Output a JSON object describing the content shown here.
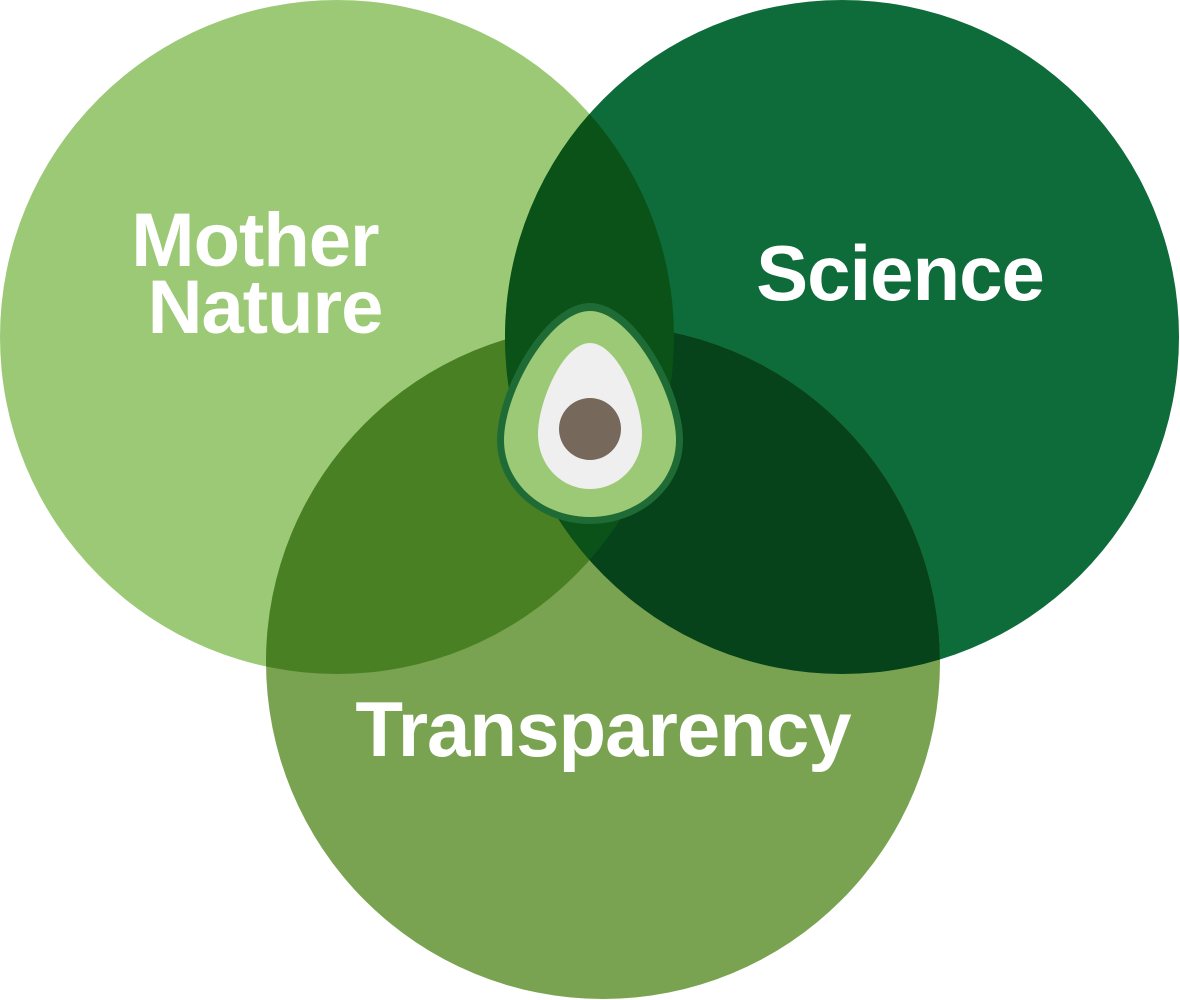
{
  "diagram": {
    "type": "venn",
    "sets": [
      {
        "id": "mother-nature",
        "lines": [
          "Mother",
          "Nature"
        ],
        "color": "#9bc975"
      },
      {
        "id": "science",
        "lines": [
          "Science"
        ],
        "color": "#0e6b3a"
      },
      {
        "id": "transparency",
        "lines": [
          "Transparency"
        ],
        "color": "#79a350"
      }
    ],
    "overlap_colors": {
      "mother-nature_science": "#0a5217",
      "mother-nature_transparency": "#4a8024",
      "science_transparency": "#06421a",
      "all_three": "#0a5217"
    },
    "center_icon": {
      "name": "avocado-icon",
      "colors": {
        "skin": "#1f6b35",
        "flesh": "#9bc975",
        "inner": "#efefef",
        "pit": "#76685a"
      }
    }
  }
}
